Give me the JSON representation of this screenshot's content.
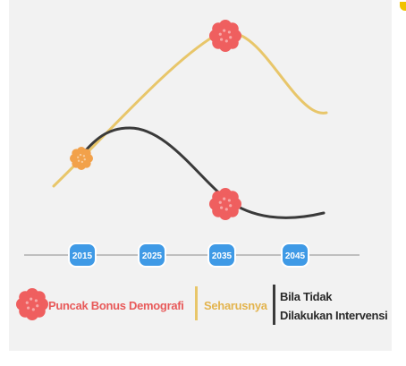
{
  "timeline": {
    "years": [
      "2015",
      "2025",
      "2035",
      "2045"
    ]
  },
  "legend": {
    "peak_label": "Puncak Bonus Demografi",
    "should_label": "Seharusnya",
    "no_intervention_line1": "Bila Tidak",
    "no_intervention_line2": "Dilakukan Intervensi"
  },
  "colors": {
    "background": "#f2f2f2",
    "should_curve": "#e8c66a",
    "no_intervention_curve": "#3a3a3a",
    "peak_marker": "#ef5f5f",
    "start_marker": "#f2a14a",
    "timeline_axis": "#bfbfbf",
    "year_badge": "#3f9ae6",
    "peak_label_color": "#e85a5a",
    "should_label_color": "#e3b44e",
    "no_intervention_label_color": "#2a2a2a"
  },
  "icons": {
    "peak": "flower-badge-icon",
    "start": "flower-badge-icon"
  }
}
